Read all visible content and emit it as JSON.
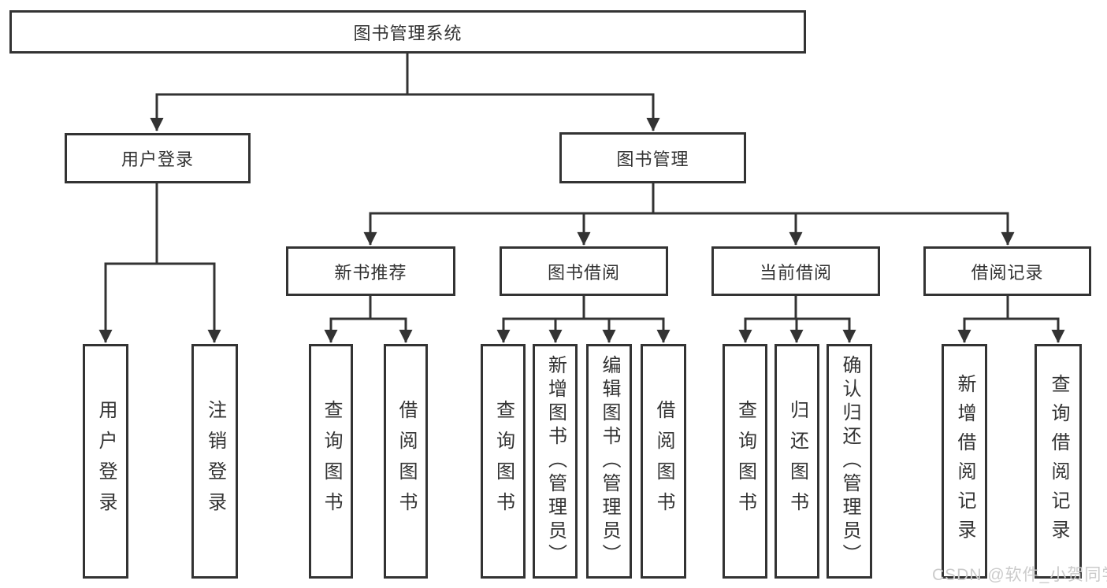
{
  "diagram": {
    "type": "hierarchy-tree",
    "colors": {
      "line": "#333333",
      "box_border": "#333333",
      "box_background": "#ffffff",
      "text": "#333333",
      "watermark": "#cbcbcb"
    },
    "nodes": {
      "root": {
        "label": "图书管理系统"
      },
      "user_login": {
        "label": "用户登录"
      },
      "book_mgmt": {
        "label": "图书管理"
      },
      "new_book_rec": {
        "label": "新书推荐"
      },
      "book_borrow": {
        "label": "图书借阅"
      },
      "current_borrow": {
        "label": "当前借阅"
      },
      "borrow_record": {
        "label": "借阅记录"
      },
      "leaf_user_login": {
        "label": "用户登录"
      },
      "leaf_logout": {
        "label": "注销登录"
      },
      "leaf_query_book_1": {
        "label": "查询图书"
      },
      "leaf_borrow_book_1": {
        "label": "借阅图书"
      },
      "leaf_query_book_2": {
        "label": "查询图书"
      },
      "leaf_add_book": {
        "label": "新增图书（管理员）"
      },
      "leaf_edit_book": {
        "label": "编辑图书（管理员）"
      },
      "leaf_borrow_book_2": {
        "label": "借阅图书"
      },
      "leaf_query_book_3": {
        "label": "查询图书"
      },
      "leaf_return_book": {
        "label": "归还图书"
      },
      "leaf_confirm_return": {
        "label": "确认归还（管理员）"
      },
      "leaf_add_record": {
        "label": "新增借阅记录"
      },
      "leaf_query_record": {
        "label": "查询借阅记录"
      }
    },
    "watermark": "CSDN @软件_小贺同学"
  }
}
